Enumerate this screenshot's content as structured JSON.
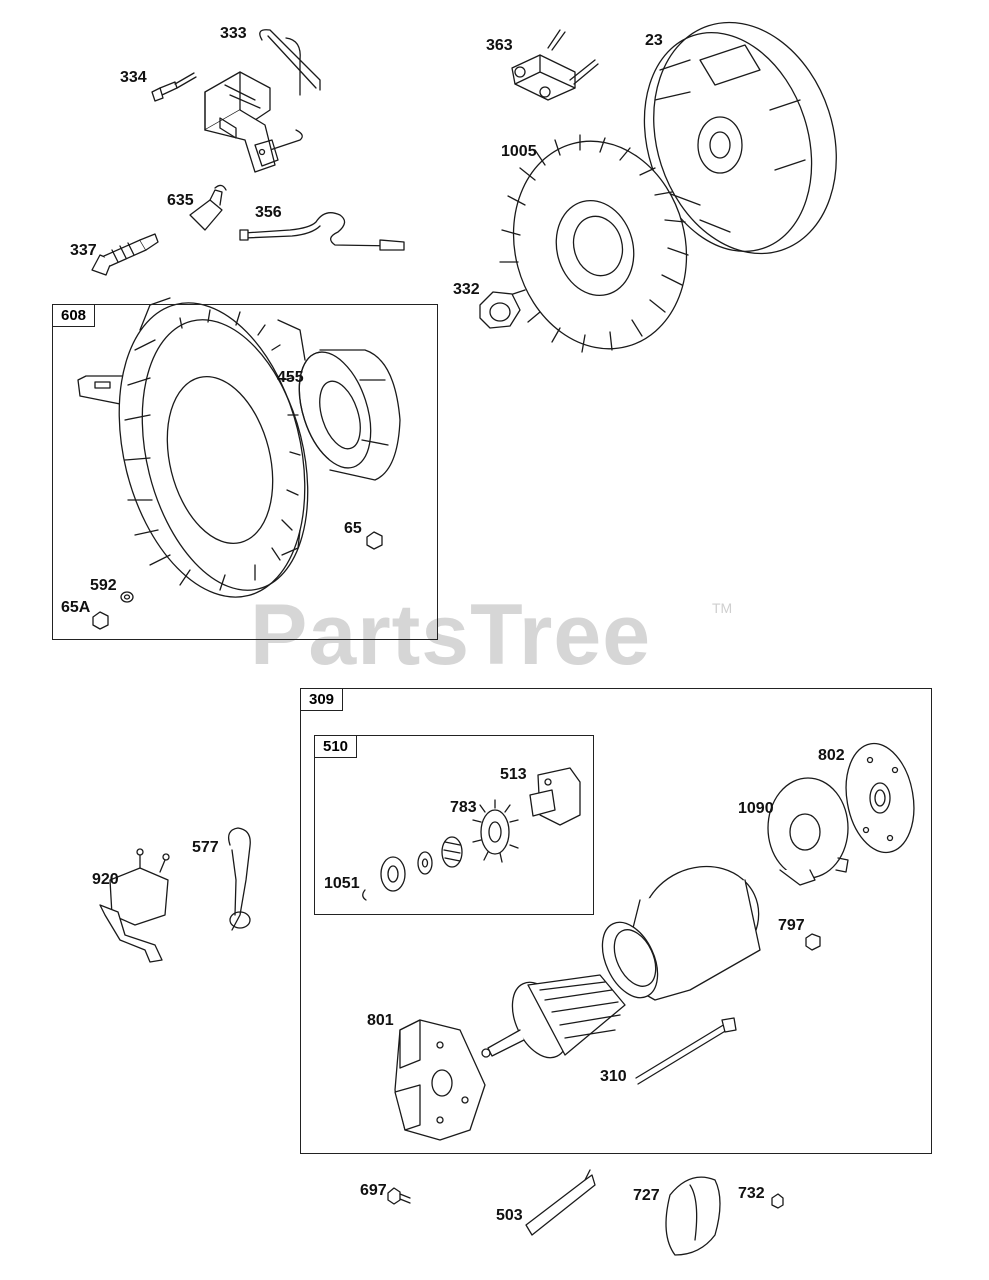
{
  "watermark": {
    "brand": "PartsTree",
    "mark": "TM"
  },
  "boxes": {
    "b608": "608",
    "b309": "309",
    "b510": "510"
  },
  "labels": {
    "p333": "333",
    "p334": "334",
    "p635": "635",
    "p356": "356",
    "p337": "337",
    "p363": "363",
    "p23": "23",
    "p1005": "1005",
    "p332": "332",
    "p455": "455",
    "p65": "65",
    "p592": "592",
    "p65a": "65A",
    "p513": "513",
    "p783": "783",
    "p1051": "1051",
    "p802": "802",
    "p1090": "1090",
    "p797": "797",
    "p920": "920",
    "p577": "577",
    "p801": "801",
    "p310": "310",
    "p697": "697",
    "p503": "503",
    "p727": "727",
    "p732": "732"
  }
}
